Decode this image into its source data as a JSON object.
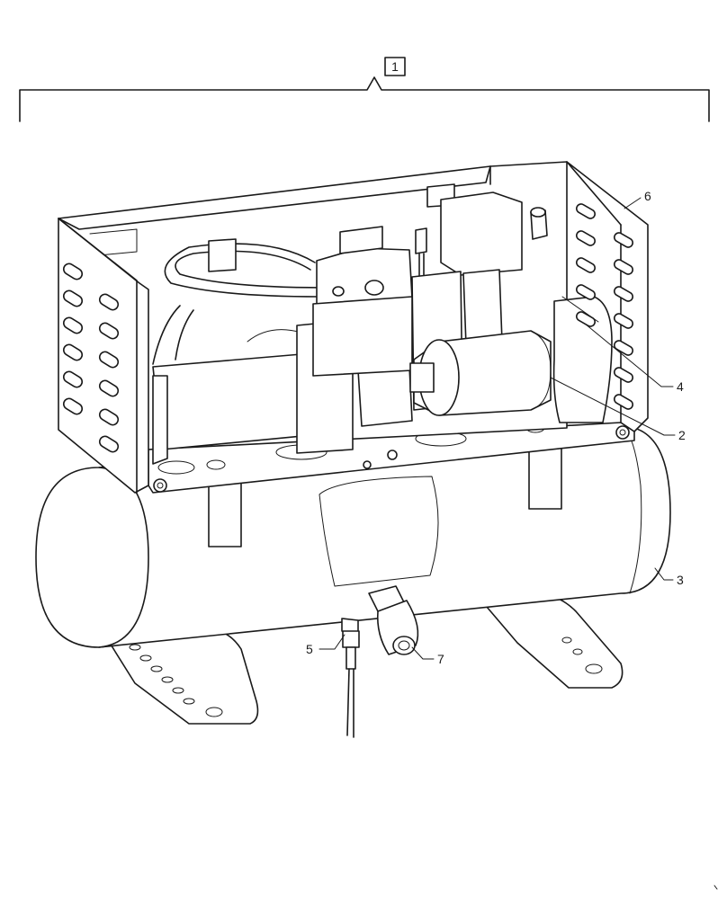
{
  "diagram": {
    "assembly_callout": "1",
    "callouts": [
      {
        "id": "callout-6",
        "text": "6"
      },
      {
        "id": "callout-4",
        "text": "4"
      },
      {
        "id": "callout-2",
        "text": "2"
      },
      {
        "id": "callout-3",
        "text": "3"
      },
      {
        "id": "callout-5",
        "text": "5"
      },
      {
        "id": "callout-7",
        "text": "7"
      }
    ]
  }
}
